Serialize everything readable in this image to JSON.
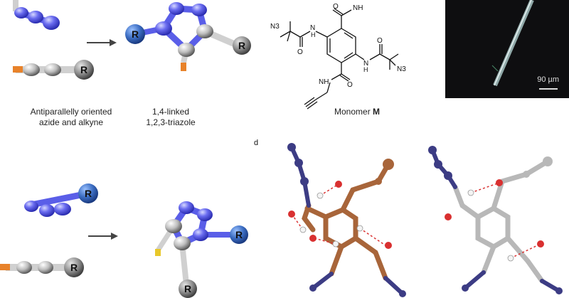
{
  "top_left": {
    "caption_line1": "Antiparallelly oriented",
    "caption_line2": "azide and alkyne",
    "r_label": "R"
  },
  "top_mid": {
    "caption_line1": "1,4-linked",
    "caption_line2": "1,2,3-triazole",
    "r_label": "R"
  },
  "monomer": {
    "n3_left": "N3",
    "n3_right": "N3",
    "nh_label": "NH",
    "h_label": "H",
    "n_label": "N",
    "caption_prefix": "Monomer ",
    "caption_bold": "M"
  },
  "micrograph": {
    "scale_label": "90 µm"
  },
  "panel_d": {
    "letter": "d"
  },
  "bottom_left": {
    "r_label": "R"
  },
  "colors": {
    "azide_blue": "#5a5ee8",
    "alkyne_gray": "#c8c8c8",
    "orange": "#e8822a",
    "brown": "#a8653a",
    "navy": "#3c3c84",
    "red": "#d93030"
  }
}
